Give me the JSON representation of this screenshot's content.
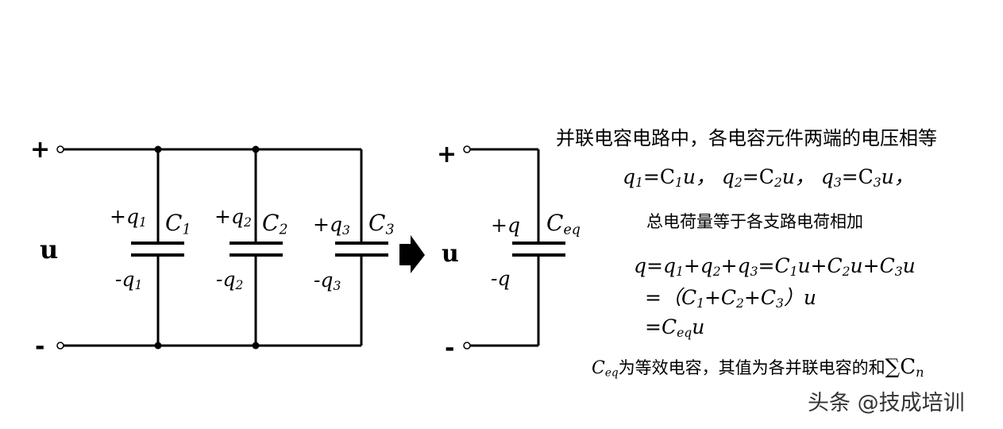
{
  "circuit_left": {
    "terminal_plus": "+",
    "terminal_minus": "-",
    "voltage": "u",
    "caps": [
      {
        "plus_q": "+q",
        "minus_q": "-q",
        "sub": "1",
        "name": "C"
      },
      {
        "plus_q": "+q",
        "minus_q": "-q",
        "sub": "2",
        "name": "C"
      },
      {
        "plus_q": "+q",
        "minus_q": "-q",
        "sub": "3",
        "name": "C"
      }
    ]
  },
  "circuit_right": {
    "terminal_plus": "+",
    "terminal_minus": "-",
    "voltage": "u",
    "plus_q": "+q",
    "minus_q": "-q",
    "cap_name": "C",
    "cap_sub": "eq"
  },
  "text": {
    "line1": "并联电容电路中，各电容元件两端的电压相等",
    "line2_parts": [
      "q",
      "1",
      "=C",
      "1",
      "u，",
      "q",
      "2",
      "=C",
      "2",
      "u，",
      "q",
      "3",
      "=C",
      "3",
      "u，"
    ],
    "line3": "总电荷量等于各支路电荷相加",
    "line4_parts": [
      "q=q",
      "1",
      "+q",
      "2",
      "+q",
      "3",
      "=C",
      "1",
      "u+C",
      "2",
      "u+C",
      "3",
      "u"
    ],
    "line5_parts": [
      "=（C",
      "1",
      "+C",
      "2",
      "+C",
      "3",
      "）u"
    ],
    "line6_parts": [
      "=C",
      "eq",
      "u"
    ],
    "line7_sym": "C",
    "line7_sub": "eq",
    "line7_text": "为等效电容，其值为各并联电容的和",
    "line7_sum": "∑C",
    "line7_sum_sub": "n"
  },
  "watermark": "头条 @技成培训",
  "colors": {
    "line": "#000000",
    "background": "#ffffff"
  }
}
